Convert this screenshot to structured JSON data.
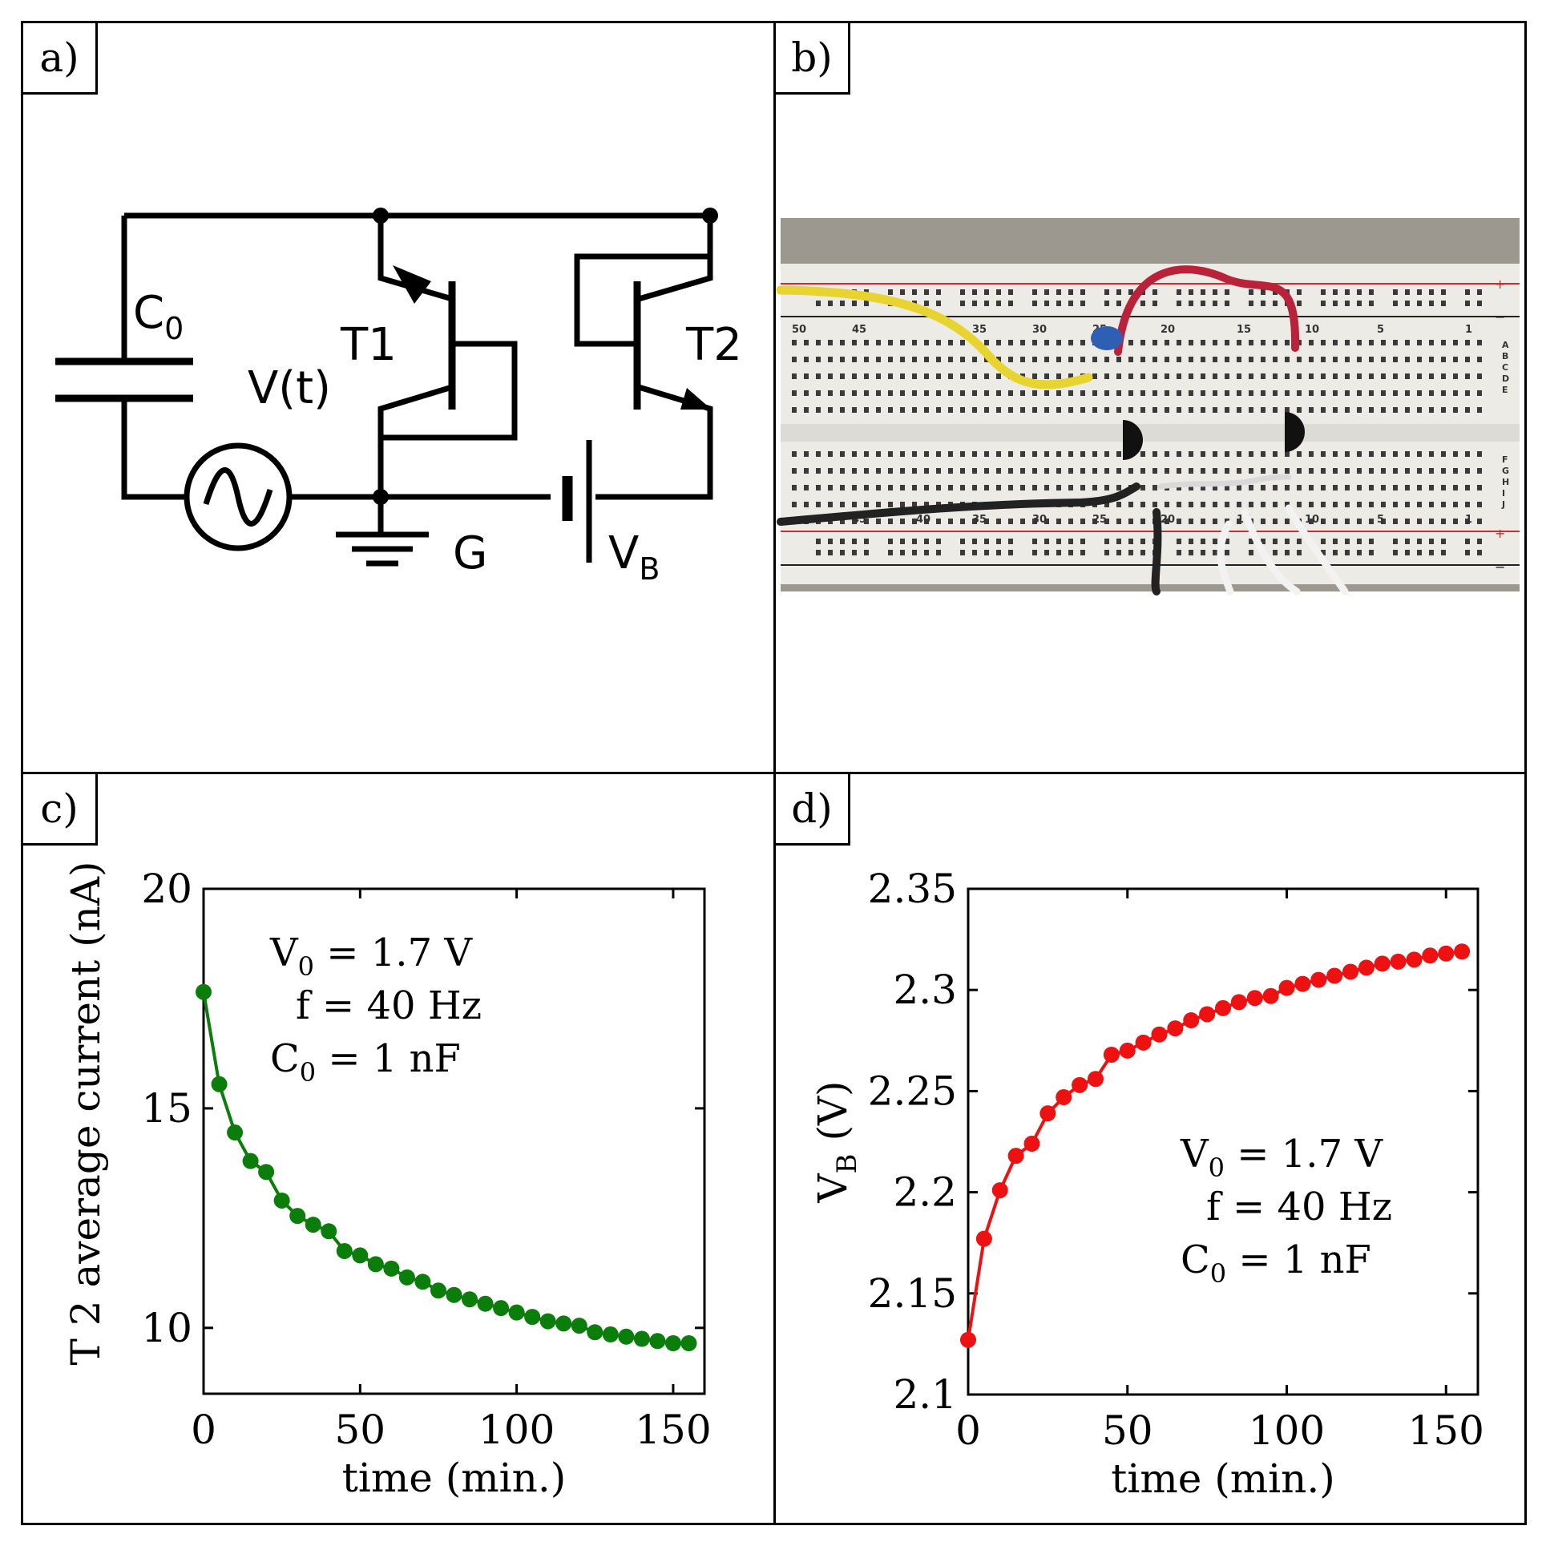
{
  "panels": {
    "a": {
      "label": "a)"
    },
    "b": {
      "label": "b)"
    },
    "c": {
      "label": "c)"
    },
    "d": {
      "label": "d)"
    }
  },
  "circuit": {
    "capacitor_label": "C",
    "capacitor_sub": "0",
    "source_label": "V(t)",
    "transistor1_label": "T1",
    "transistor2_label": "T2",
    "ground_label": "G",
    "battery_label": "V",
    "battery_sub": "B"
  },
  "breadboard": {
    "top_numbers": [
      "50",
      "45",
      "35",
      "30",
      "25",
      "20",
      "15",
      "10",
      "5",
      "1"
    ],
    "bottom_numbers": [
      "45",
      "40",
      "35",
      "30",
      "25",
      "20",
      "15",
      "10",
      "5",
      "1"
    ],
    "top_rows": [
      "A",
      "B",
      "C",
      "D",
      "E"
    ],
    "bottom_rows": [
      "F",
      "G",
      "H",
      "I",
      "J"
    ],
    "rail_plus": "+",
    "rail_minus": "−",
    "colors": {
      "board": "#ecebe6",
      "wire_yellow": "#e8d430",
      "wire_red": "#b8233a",
      "wire_black": "#222222",
      "wire_white": "#f2f2f2",
      "capacitor_blue": "#2f5fb3",
      "desk": "#9c978f"
    }
  },
  "chart_data": [
    {
      "type": "line",
      "color": "#0a7d0a",
      "xlabel": "time (min.)",
      "ylabel": "T 2 average current (nA)",
      "xlim": [
        0,
        160
      ],
      "ylim": [
        8.5,
        20
      ],
      "xticks": [
        0,
        50,
        100,
        150
      ],
      "yticks": [
        10,
        15,
        20
      ],
      "annotation": {
        "line1": "V",
        "line1_sub": "0",
        "line1_rest": " = 1.7 V",
        "line2": "f = 40 Hz",
        "line3": "C",
        "line3_sub": "0",
        "line3_rest": " = 1 nF"
      },
      "x": [
        0,
        5,
        10,
        15,
        20,
        25,
        30,
        35,
        40,
        45,
        50,
        55,
        60,
        65,
        70,
        75,
        80,
        85,
        90,
        95,
        100,
        105,
        110,
        115,
        120,
        125,
        130,
        135,
        140,
        145,
        150,
        155
      ],
      "y": [
        17.65,
        15.55,
        14.45,
        13.8,
        13.55,
        12.9,
        12.55,
        12.35,
        12.2,
        11.75,
        11.65,
        11.45,
        11.35,
        11.15,
        11.05,
        10.85,
        10.75,
        10.65,
        10.55,
        10.45,
        10.35,
        10.25,
        10.15,
        10.1,
        10.05,
        9.9,
        9.85,
        9.8,
        9.75,
        9.7,
        9.65,
        9.65
      ]
    },
    {
      "type": "line",
      "color": "#ee1111",
      "xlabel": "time (min.)",
      "ylabel": "V",
      "ylabel_sub": "B",
      "ylabel_rest": " (V)",
      "xlim": [
        0,
        160
      ],
      "ylim": [
        2.1,
        2.35
      ],
      "xticks": [
        0,
        50,
        100,
        150
      ],
      "yticks": [
        2.1,
        2.15,
        2.2,
        2.25,
        2.3,
        2.35
      ],
      "ytick_labels": [
        "2.1",
        "2.15",
        "2.2",
        "2.25",
        "2.3",
        "2.35"
      ],
      "annotation": {
        "line1": "V",
        "line1_sub": "0",
        "line1_rest": " = 1.7 V",
        "line2": "f = 40 Hz",
        "line3": "C",
        "line3_sub": "0",
        "line3_rest": " = 1 nF"
      },
      "x": [
        0,
        5,
        10,
        15,
        20,
        25,
        30,
        35,
        40,
        45,
        50,
        55,
        60,
        65,
        70,
        75,
        80,
        85,
        90,
        95,
        100,
        105,
        110,
        115,
        120,
        125,
        130,
        135,
        140,
        145,
        150,
        155
      ],
      "y": [
        2.127,
        2.177,
        2.201,
        2.218,
        2.224,
        2.239,
        2.247,
        2.253,
        2.256,
        2.268,
        2.27,
        2.274,
        2.278,
        2.281,
        2.285,
        2.288,
        2.291,
        2.294,
        2.296,
        2.297,
        2.301,
        2.303,
        2.305,
        2.307,
        2.309,
        2.311,
        2.313,
        2.314,
        2.315,
        2.317,
        2.318,
        2.319
      ]
    }
  ]
}
